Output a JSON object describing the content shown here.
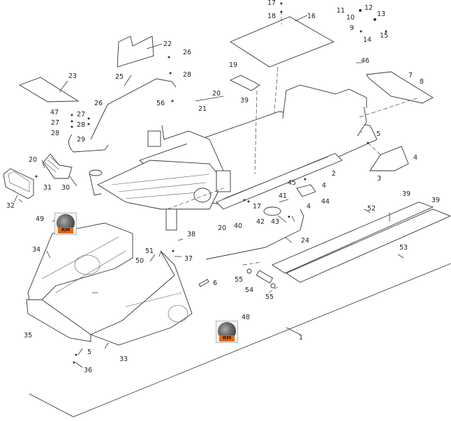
{
  "diagram": {
    "title": "Chassis / Body exploded parts diagram",
    "callouts": [
      {
        "id": "c1",
        "text": "1"
      },
      {
        "id": "c2",
        "text": "2"
      },
      {
        "id": "c3",
        "text": "3"
      },
      {
        "id": "c4a",
        "text": "4"
      },
      {
        "id": "c4b",
        "text": "4"
      },
      {
        "id": "c4c",
        "text": "4"
      },
      {
        "id": "c5a",
        "text": "5"
      },
      {
        "id": "c5b",
        "text": "5"
      },
      {
        "id": "c6",
        "text": "6"
      },
      {
        "id": "c7",
        "text": "7"
      },
      {
        "id": "c8",
        "text": "8"
      },
      {
        "id": "c9",
        "text": "9"
      },
      {
        "id": "c10",
        "text": "10"
      },
      {
        "id": "c11",
        "text": "11"
      },
      {
        "id": "c12",
        "text": "12"
      },
      {
        "id": "c13",
        "text": "13"
      },
      {
        "id": "c14",
        "text": "14"
      },
      {
        "id": "c15",
        "text": "15"
      },
      {
        "id": "c16",
        "text": "16"
      },
      {
        "id": "c17a",
        "text": "17"
      },
      {
        "id": "c17b",
        "text": "17"
      },
      {
        "id": "c18",
        "text": "18"
      },
      {
        "id": "c19",
        "text": "19"
      },
      {
        "id": "c20a",
        "text": "20"
      },
      {
        "id": "c20b",
        "text": "20"
      },
      {
        "id": "c20c",
        "text": "20"
      },
      {
        "id": "c21",
        "text": "21"
      },
      {
        "id": "c22",
        "text": "22"
      },
      {
        "id": "c23",
        "text": "23"
      },
      {
        "id": "c24",
        "text": "24"
      },
      {
        "id": "c25",
        "text": "25"
      },
      {
        "id": "c26a",
        "text": "26"
      },
      {
        "id": "c26b",
        "text": "26"
      },
      {
        "id": "c27a",
        "text": "27"
      },
      {
        "id": "c27b",
        "text": "27"
      },
      {
        "id": "c28a",
        "text": "28"
      },
      {
        "id": "c28b",
        "text": "28"
      },
      {
        "id": "c28c",
        "text": "28"
      },
      {
        "id": "c29",
        "text": "29"
      },
      {
        "id": "c30",
        "text": "30"
      },
      {
        "id": "c31",
        "text": "31"
      },
      {
        "id": "c32",
        "text": "32"
      },
      {
        "id": "c33",
        "text": "33"
      },
      {
        "id": "c34",
        "text": "34"
      },
      {
        "id": "c35",
        "text": "35"
      },
      {
        "id": "c36",
        "text": "36"
      },
      {
        "id": "c37",
        "text": "37"
      },
      {
        "id": "c38",
        "text": "38"
      },
      {
        "id": "c39a",
        "text": "39"
      },
      {
        "id": "c39b",
        "text": "39"
      },
      {
        "id": "c39c",
        "text": "39"
      },
      {
        "id": "c40",
        "text": "40"
      },
      {
        "id": "c41",
        "text": "41"
      },
      {
        "id": "c42",
        "text": "42"
      },
      {
        "id": "c43",
        "text": "43"
      },
      {
        "id": "c44",
        "text": "44"
      },
      {
        "id": "c45",
        "text": "45"
      },
      {
        "id": "c46",
        "text": "46"
      },
      {
        "id": "c47",
        "text": "47"
      },
      {
        "id": "c48",
        "text": "48"
      },
      {
        "id": "c49",
        "text": "49"
      },
      {
        "id": "c50",
        "text": "50"
      },
      {
        "id": "c51",
        "text": "51"
      },
      {
        "id": "c52",
        "text": "52"
      },
      {
        "id": "c53",
        "text": "53"
      },
      {
        "id": "c54",
        "text": "54"
      },
      {
        "id": "c55a",
        "text": "55"
      },
      {
        "id": "c55b",
        "text": "55"
      },
      {
        "id": "c56",
        "text": "56"
      }
    ],
    "badges": [
      {
        "id": "b49",
        "text": "RM",
        "icon": "rm-wheel-icon"
      },
      {
        "id": "b48",
        "text": "RM",
        "icon": "rm-wheel-icon"
      }
    ],
    "colors": {
      "line": "#333333",
      "badge_accent": "#e06a10",
      "background": "#ffffff"
    }
  }
}
